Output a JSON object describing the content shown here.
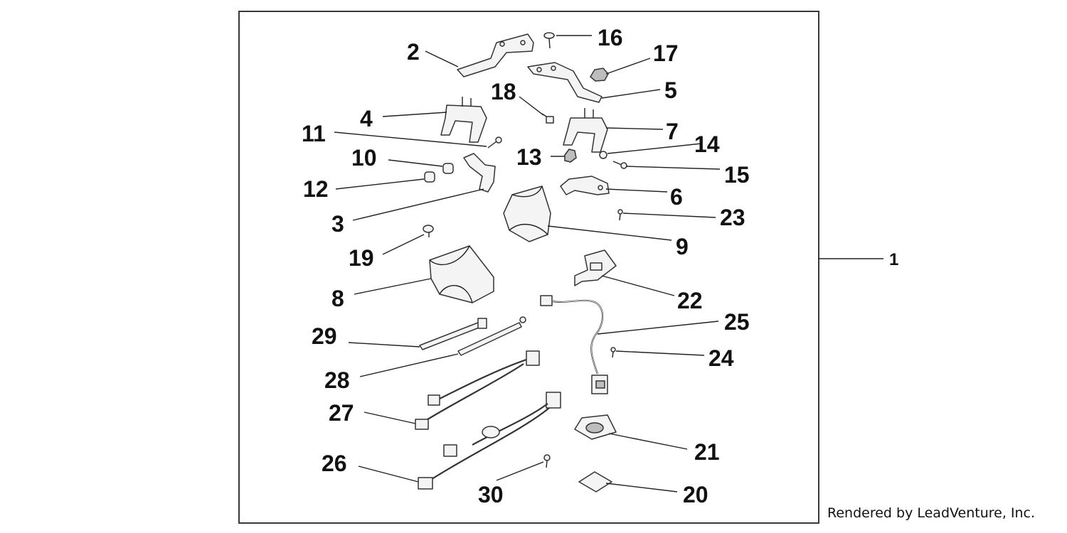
{
  "kit_label": "1",
  "credit": "Rendered by LeadVenture, Inc.",
  "callouts": [
    "2",
    "3",
    "4",
    "5",
    "6",
    "7",
    "8",
    "9",
    "10",
    "11",
    "12",
    "13",
    "14",
    "15",
    "16",
    "17",
    "18",
    "19",
    "20",
    "21",
    "22",
    "23",
    "24",
    "25",
    "26",
    "27",
    "28",
    "29",
    "30"
  ]
}
